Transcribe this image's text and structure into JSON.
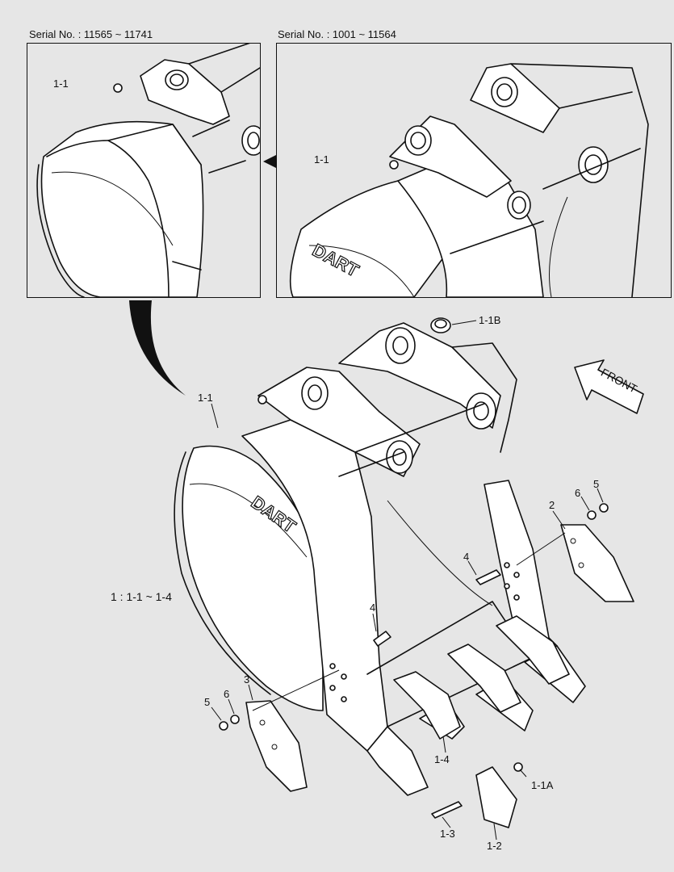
{
  "serial_left": "Serial No. : 11565 ~ 11741",
  "serial_right": "Serial No. : 1001 ~ 11564",
  "brand_text": "DART",
  "front_text": "FRONT",
  "range_text": "1 : 1-1 ~ 1-4",
  "callouts": {
    "p1_1_left": "1-1",
    "p1_1_right": "1-1",
    "main_1_1": "1-1",
    "c_1_1B": "1-1B",
    "c_2": "2",
    "c_6_right": "6",
    "c_5_right": "5",
    "c_4_right": "4",
    "c_4_center": "4",
    "c_3": "3",
    "c_6_left": "6",
    "c_5_left": "5",
    "c_1_4": "1-4",
    "c_1_1A": "1-1A",
    "c_1_3": "1-3",
    "c_1_2": "1-2"
  }
}
